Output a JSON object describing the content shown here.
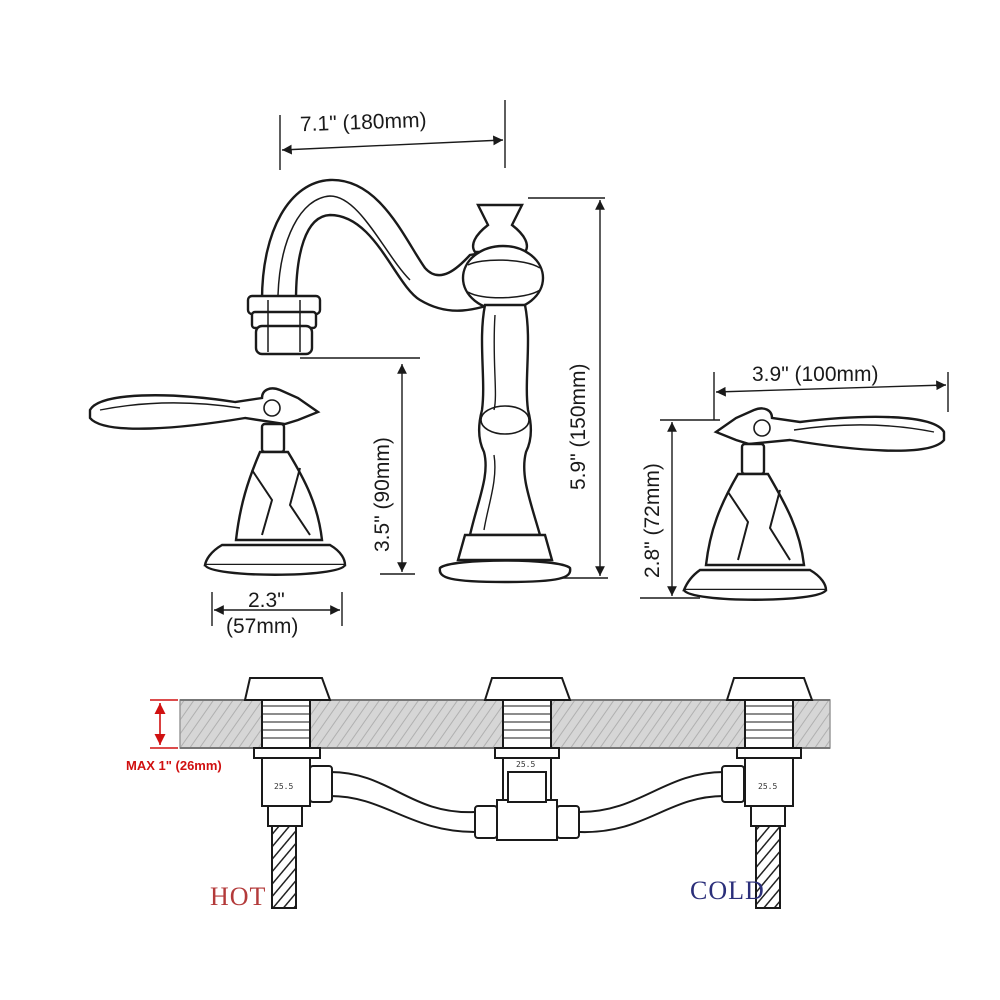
{
  "dimensions": {
    "spout_reach": "7.1\" (180mm)",
    "spout_height": "5.9\" (150mm)",
    "spout_clearance": "3.5\" (90mm)",
    "handle_length": "3.9\" (100mm)",
    "handle_height": "2.8\" (72mm)",
    "base_diameter_in": "2.3\"",
    "base_diameter_mm": "(57mm)",
    "deck_thickness": "MAX 1\" (26mm)"
  },
  "labels": {
    "hot": "HOT",
    "cold": "COLD",
    "nut_mark_left": "25.5",
    "nut_mark_center": "25.5",
    "nut_mark_right": "25.5"
  },
  "colors": {
    "line": "#1a1a1a",
    "deck": "#cfcfcf",
    "red_label": "#d01010",
    "hot_text": "#b33a3a",
    "cold_text": "#2b2f7a"
  }
}
